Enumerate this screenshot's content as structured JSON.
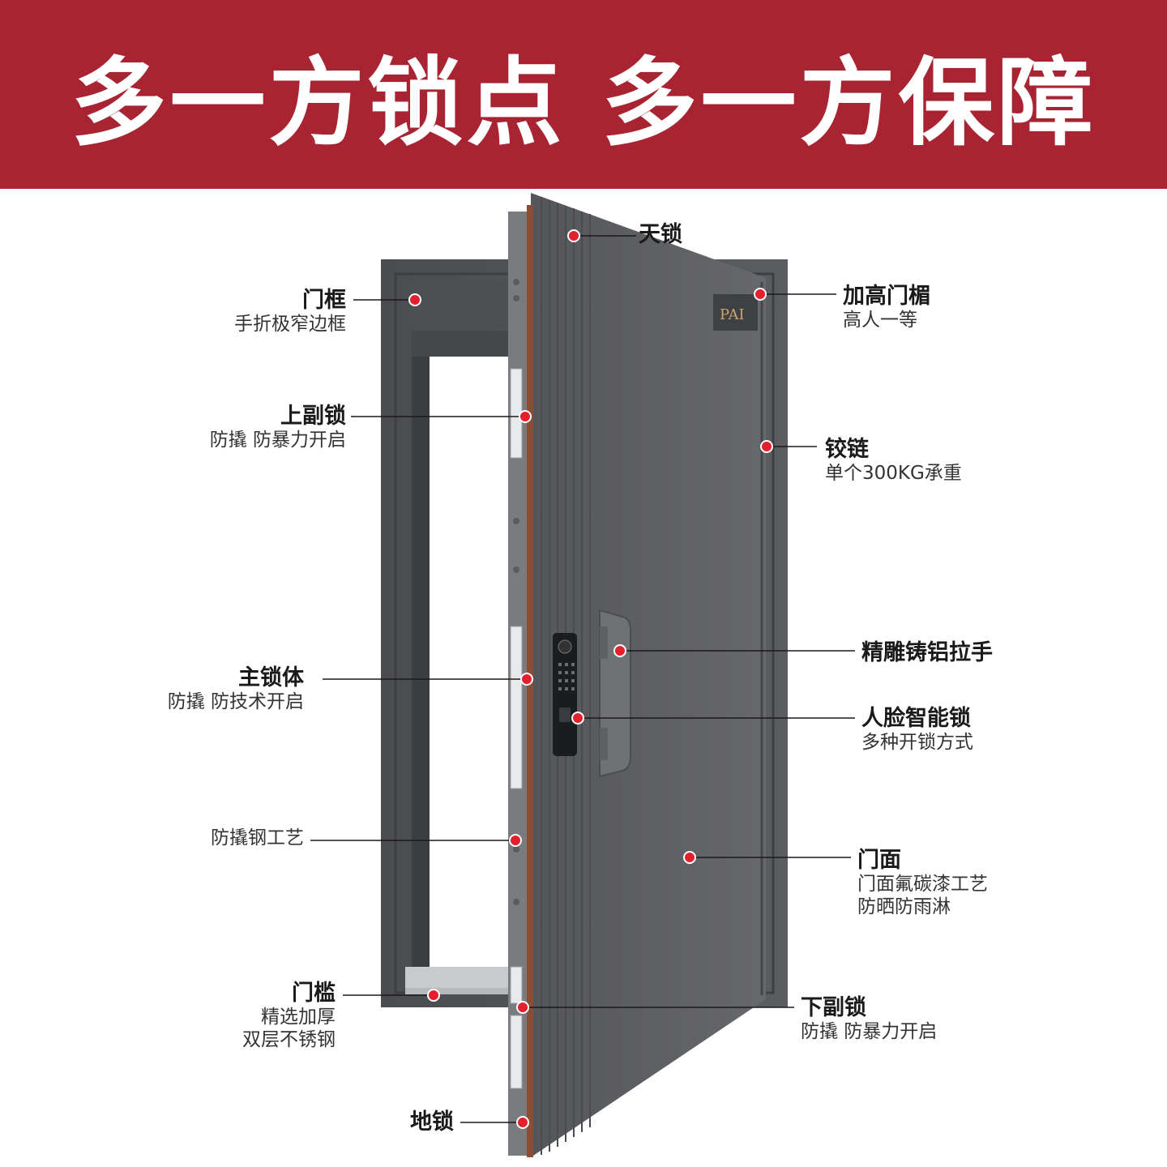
{
  "banner": {
    "title": "多一方锁点 多一方保障"
  },
  "brand_mark": "PAI",
  "callouts": {
    "tian_suo": {
      "title": "天锁"
    },
    "men_kuang": {
      "title": "门框",
      "desc": "手折极窄边框"
    },
    "jia_gao": {
      "title": "加高门楣",
      "desc": "高人一等"
    },
    "shang_fu_suo": {
      "title": "上副锁",
      "desc": "防撬 防暴力开启"
    },
    "jiao_lian": {
      "title": "铰链",
      "desc": "单个300KG承重"
    },
    "la_shou": {
      "title": "精雕铸铝拉手"
    },
    "zhu_suo_ti": {
      "title": "主锁体",
      "desc": "防撬 防技术开启"
    },
    "ren_lian": {
      "title": "人脸智能锁",
      "desc": "多种开锁方式"
    },
    "fang_qiao_gang": {
      "desc": "防撬钢工艺"
    },
    "men_mian": {
      "title": "门面",
      "desc1": "门面氟碳漆工艺",
      "desc2": "防晒防雨淋"
    },
    "men_kan": {
      "title": "门槛",
      "desc1": "精选加厚",
      "desc2": "双层不锈钢"
    },
    "xia_fu_suo": {
      "title": "下副锁",
      "desc": "防撬 防暴力开启"
    },
    "di_suo": {
      "title": "地锁"
    }
  },
  "colors": {
    "banner": "#a82432",
    "door": "#5e5f62",
    "frame": "#54565a",
    "dot": "#e4202e"
  }
}
